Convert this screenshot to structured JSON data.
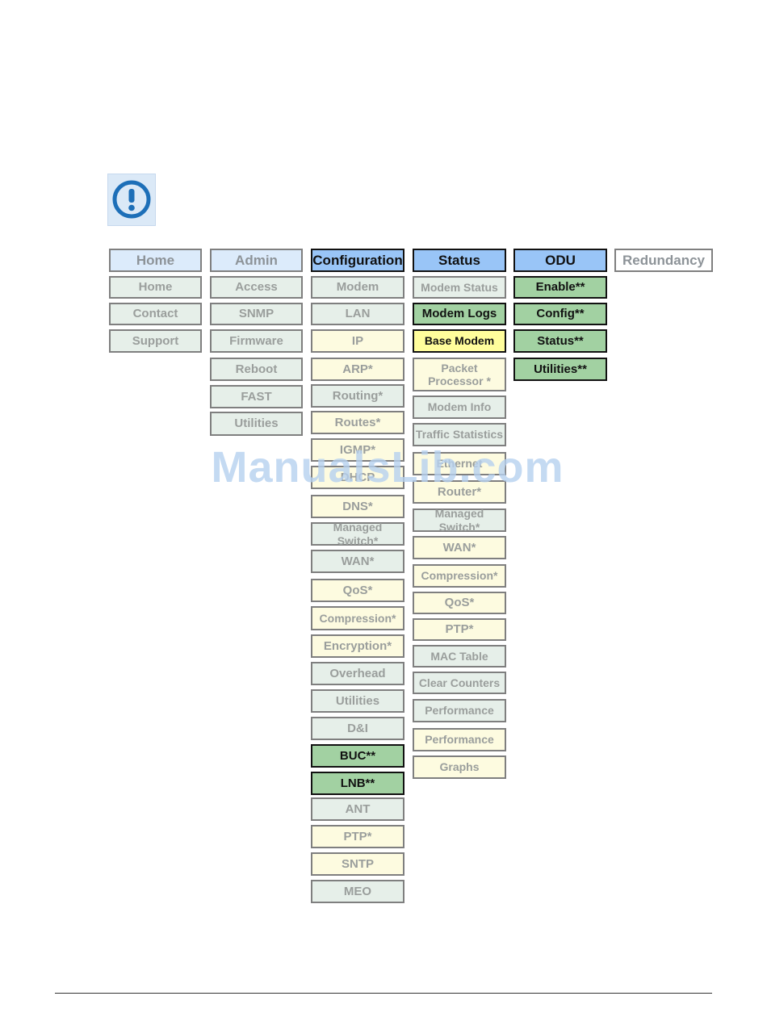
{
  "headers": [
    {
      "key": "home",
      "label": "Home",
      "state": "inactive"
    },
    {
      "key": "admin",
      "label": "Admin",
      "state": "inactive"
    },
    {
      "key": "configuration",
      "label": "Configuration",
      "state": "active"
    },
    {
      "key": "status",
      "label": "Status",
      "state": "active"
    },
    {
      "key": "odu",
      "label": "ODU",
      "state": "active"
    },
    {
      "key": "redundancy",
      "label": "Redundancy",
      "state": "ghost"
    }
  ],
  "home_items": [
    "Home",
    "Contact",
    "Support"
  ],
  "admin_items": [
    "Access",
    "SNMP",
    "Firmware",
    "Reboot",
    "FAST",
    "Utilities"
  ],
  "config_items": [
    "Modem",
    "LAN",
    "IP",
    "ARP*",
    "Routing*",
    "Routes*",
    "IGMP*",
    "DHCP",
    "DNS*",
    "Managed Switch*",
    "WAN*",
    "QoS*",
    "Compression*",
    "Encryption*",
    "Overhead",
    "Utilities",
    "D&I",
    "BUC**",
    "LNB**",
    "ANT",
    "PTP*",
    "SNTP",
    "MEO"
  ],
  "status_items": [
    "Modem Status",
    "Modem Logs",
    "Base Modem",
    "Packet Processor *",
    "Modem Info",
    "Traffic Statistics",
    "Ethernet",
    "Router*",
    "Managed Switch*",
    "WAN*",
    "Compression*",
    "QoS*",
    "PTP*",
    "MAC Table",
    "Clear Counters",
    "Performance",
    "Performance",
    "Graphs"
  ],
  "odu_items": [
    "Enable**",
    "Config**",
    "Status**",
    "Utilities**"
  ],
  "watermark": "ManualsLib.com",
  "icons": {
    "notice": "exclamation-circle-icon"
  },
  "colors": {
    "active_header": "#99c5f7",
    "inactive_header": "#dcebfb",
    "pale_green": "#e6efe9",
    "pale_yellow": "#fdfbe0",
    "dark_green": "#a2d1a2",
    "yellow_highlight": "#fffd9c"
  }
}
